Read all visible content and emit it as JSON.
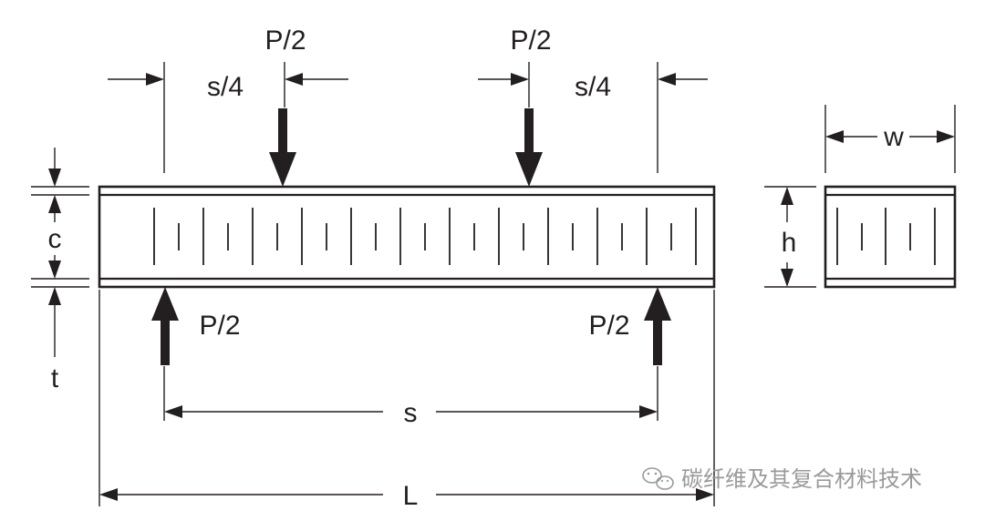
{
  "labels": {
    "load_top_left": "P/2",
    "load_top_right": "P/2",
    "support_left": "P/2",
    "support_right": "P/2",
    "quarter_left": "s/4",
    "quarter_right": "s/4",
    "span": "s",
    "length": "L",
    "width": "w",
    "height": "h",
    "core": "c",
    "skin": "t"
  },
  "watermark": {
    "text": "碳纤维及其复合材料技术",
    "icon": "wechat-icon"
  },
  "colors": {
    "ink": "#231f20",
    "watermark": "#9a9a9a"
  }
}
